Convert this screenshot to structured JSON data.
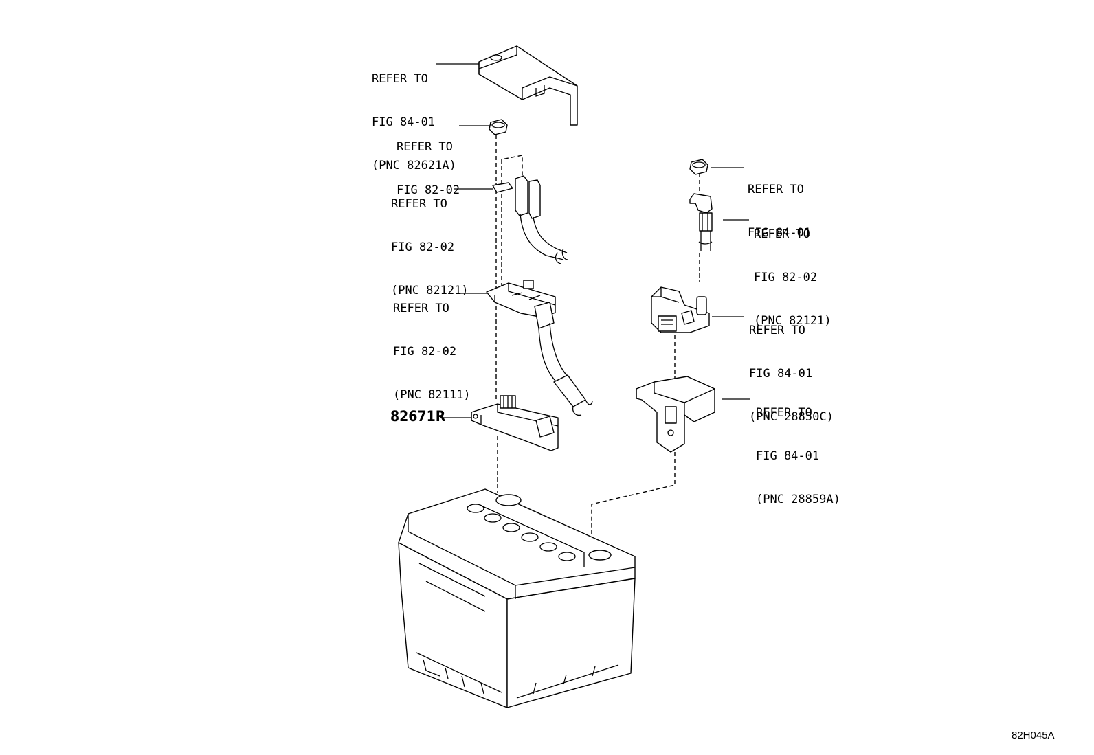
{
  "callouts": [
    {
      "id": "cover",
      "lines": [
        "REFER TO",
        "FIG 84-01",
        "(PNC 82621A)"
      ]
    },
    {
      "id": "nut-left",
      "lines": [
        "REFER TO",
        "FIG 82-02"
      ]
    },
    {
      "id": "terminal-82121-left",
      "lines": [
        "REFER TO",
        "FIG 82-02",
        "(PNC 82121)"
      ]
    },
    {
      "id": "terminal-82111",
      "lines": [
        "REFER TO",
        "FIG 82-02",
        "(PNC 82111)"
      ]
    },
    {
      "id": "nut-right",
      "lines": [
        "REFER TO",
        "FIG 84-01"
      ]
    },
    {
      "id": "terminal-82121-right",
      "lines": [
        "REFER TO",
        "FIG 82-02",
        "(PNC 82121)"
      ]
    },
    {
      "id": "sensor-28850c",
      "lines": [
        "REFER TO",
        "FIG 84-01",
        "(PNC 28850C)"
      ]
    },
    {
      "id": "bracket-28859a",
      "lines": [
        "REFER TO",
        "FIG 84-01",
        "(PNC 28859A)"
      ]
    }
  ],
  "part_number": "82671R",
  "figure_id": "82H045A"
}
